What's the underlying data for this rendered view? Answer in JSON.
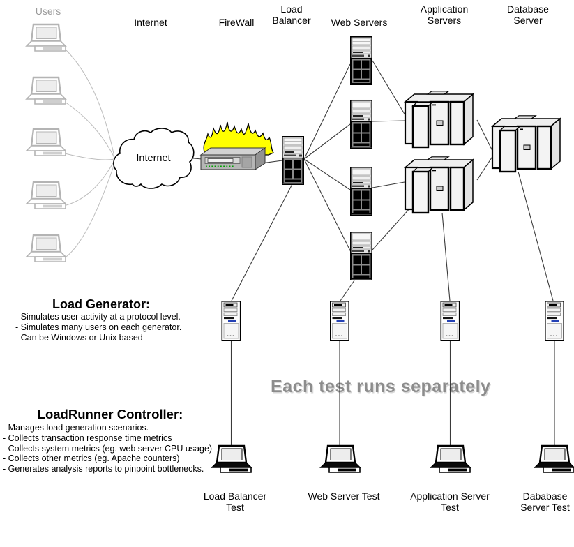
{
  "labels": {
    "users": "Users",
    "internet_top": "Internet",
    "cloud": "Internet",
    "firewall": "FireWall",
    "load_balancer": "Load Balancer",
    "web_servers": "Web Servers",
    "application_servers": "Application Servers",
    "database_server": "Database Server"
  },
  "sections": {
    "load_generator": {
      "title": "Load Generator:",
      "bullets": [
        "- Simulates user activity at a protocol level.",
        "- Simulates many users on each generator.",
        "- Can be Windows or Unix based"
      ]
    },
    "loadrunner_controller": {
      "title": "LoadRunner Controller:",
      "bullets": [
        "- Manages load generation scenarios.",
        "- Collects transaction response time metrics",
        "- Collects system metrics (eg. web server CPU usage)",
        "- Collects other metrics (eg. Apache counters)",
        "- Generates analysis reports to pinpoint bottlenecks."
      ]
    }
  },
  "watermark": "Each test runs separately",
  "tests": {
    "load_balancer_test": "Load Balancer Test",
    "web_server_test": "Web Server Test",
    "application_server_test": "Application Server Test",
    "database_server_test": "Dababase Server Test"
  },
  "node_counts": {
    "user_laptops": 5,
    "web_servers": 4,
    "application_servers": 2,
    "database_servers": 1,
    "load_generators": 4,
    "controller_laptops": 4
  },
  "icons": {
    "user": "laptop-icon",
    "internet": "cloud-icon",
    "firewall": "flaming-router-icon",
    "load_balancer": "tower-server-icon",
    "web_server": "tower-server-icon",
    "application_server": "mainframe-cabinet-icon",
    "database_server": "mainframe-cabinet-icon",
    "load_generator": "tower-pc-icon",
    "controller": "laptop-icon"
  },
  "colors": {
    "flame_yellow": "#ffff00",
    "watermark_gray": "#8c8c8c",
    "muted_gray": "#b4b4b4",
    "line": "#3a3a3a",
    "generator_stripe_blue": "#2441b5"
  }
}
